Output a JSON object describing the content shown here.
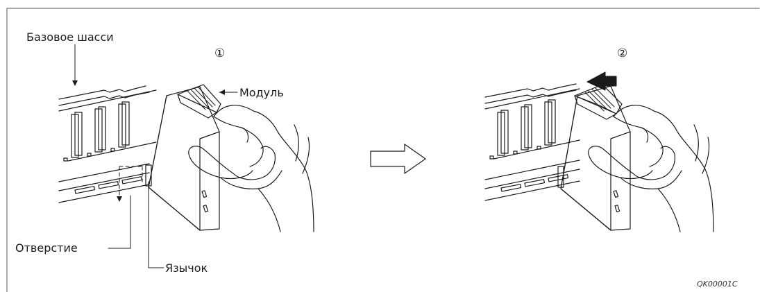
{
  "labels": {
    "chassis": "Базовое шасси",
    "module": "Модуль",
    "hole": "Отверстие",
    "tab": "Язычок"
  },
  "steps": {
    "step1": "①",
    "step2": "②"
  },
  "figure_code": "QK00001C"
}
